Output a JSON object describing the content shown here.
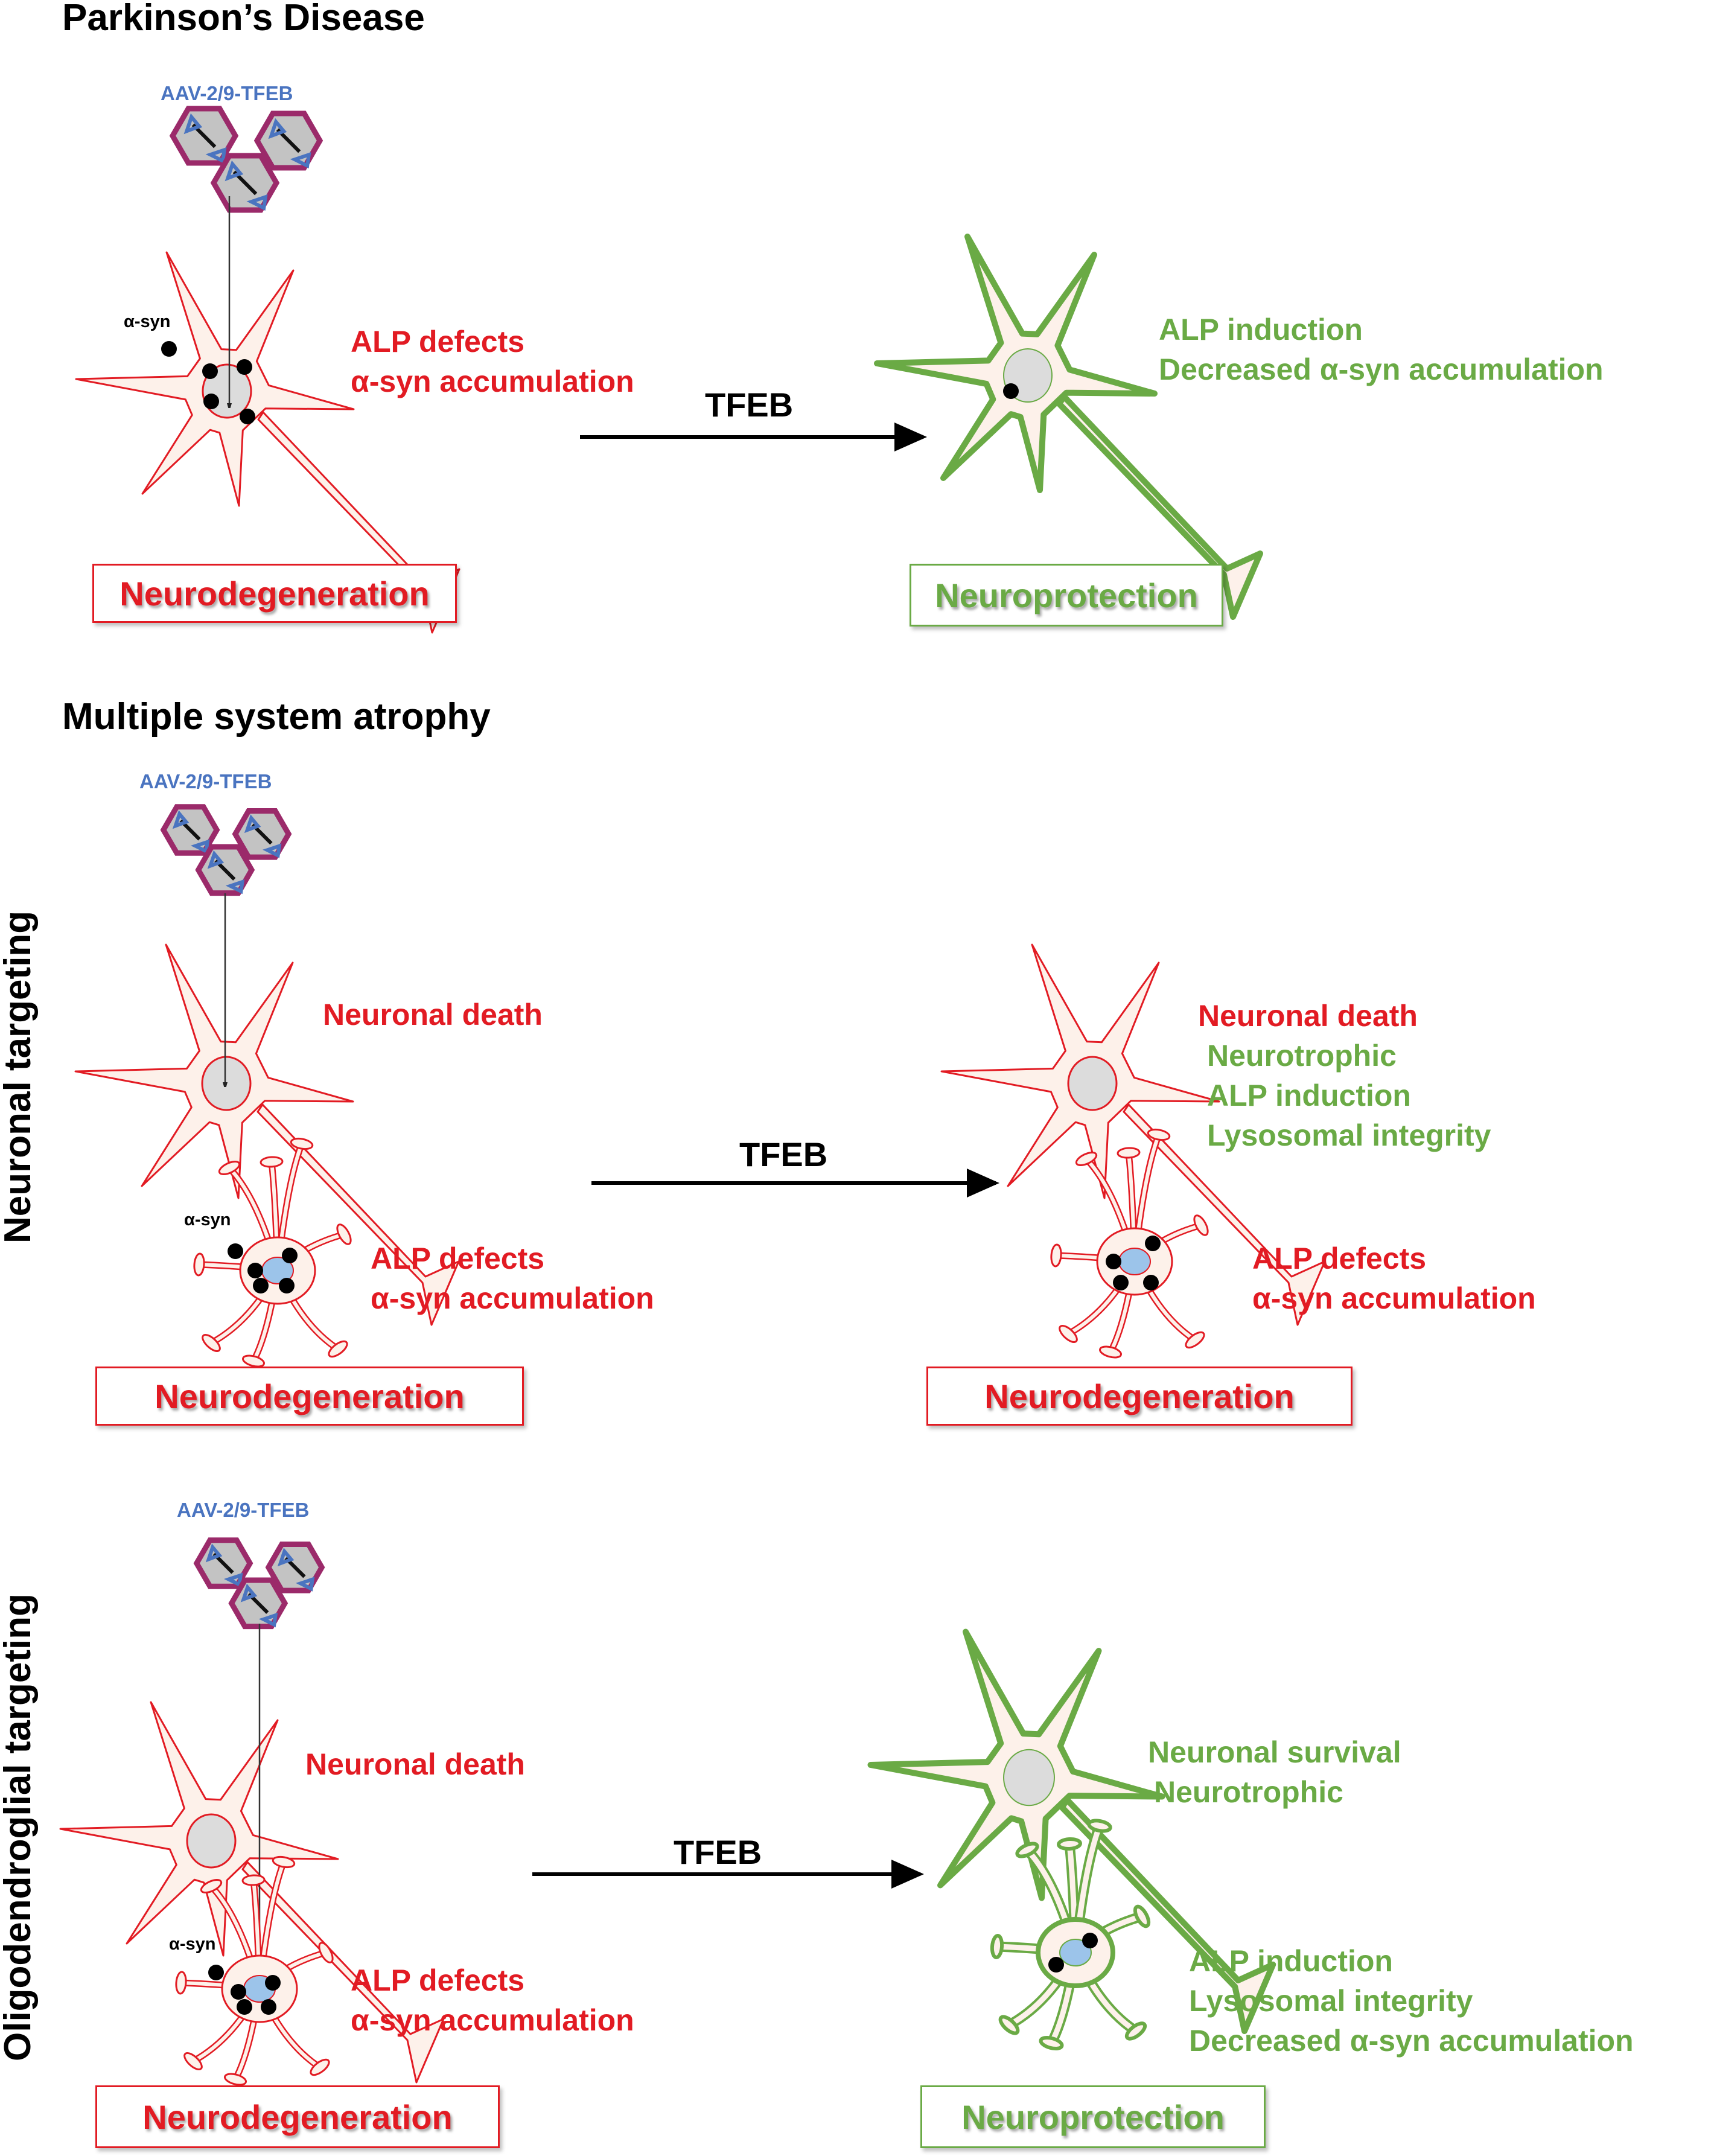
{
  "figure": {
    "panels": [
      {
        "title": "Parkinson’s Disease",
        "vector_label": "AAV-2/9-TFEB",
        "asyn_label": "α-syn",
        "arrow_label": "TFEB",
        "before": {
          "lines": [
            {
              "text": "ALP defects",
              "color": "red"
            },
            {
              "text": "α-syn accumulation",
              "color": "red"
            }
          ],
          "outcome": "Neurodegeneration",
          "outcome_color": "red"
        },
        "after": {
          "lines": [
            {
              "text": "ALP induction",
              "color": "green"
            },
            {
              "text": "Decreased α-syn accumulation",
              "color": "green"
            }
          ],
          "outcome": "Neuroprotection",
          "outcome_color": "green"
        }
      },
      {
        "title": "Multiple system atrophy",
        "side_label": "Neuronal targeting",
        "vector_label": "AAV-2/9-TFEB",
        "asyn_label": "α-syn",
        "arrow_label": "TFEB",
        "before": {
          "neuron_lines": [
            {
              "text": "Neuronal death",
              "color": "red"
            }
          ],
          "oligo_lines": [
            {
              "text": "ALP defects",
              "color": "red"
            },
            {
              "text": "α-syn accumulation",
              "color": "red"
            }
          ],
          "outcome": "Neurodegeneration",
          "outcome_color": "red"
        },
        "after": {
          "neuron_lines": [
            {
              "text": "Neuronal death",
              "color": "red"
            },
            {
              "text": "Neurotrophic",
              "color": "green"
            },
            {
              "text": "ALP induction",
              "color": "green"
            },
            {
              "text": "Lysosomal integrity",
              "color": "green"
            }
          ],
          "oligo_lines": [
            {
              "text": "ALP defects",
              "color": "red"
            },
            {
              "text": "α-syn accumulation",
              "color": "red"
            }
          ],
          "outcome": "Neurodegeneration",
          "outcome_color": "red"
        }
      },
      {
        "side_label": "Oligodendroglial targeting",
        "vector_label": "AAV-2/9-TFEB",
        "asyn_label": "α-syn",
        "arrow_label": "TFEB",
        "before": {
          "neuron_lines": [
            {
              "text": "Neuronal death",
              "color": "red"
            }
          ],
          "oligo_lines": [
            {
              "text": "ALP defects",
              "color": "red"
            },
            {
              "text": "α-syn accumulation",
              "color": "red"
            }
          ],
          "outcome": "Neurodegeneration",
          "outcome_color": "red"
        },
        "after": {
          "neuron_lines": [
            {
              "text": "Neuronal survival",
              "color": "green"
            },
            {
              "text": "Neurotrophic",
              "color": "green"
            }
          ],
          "oligo_lines": [
            {
              "text": "ALP induction",
              "color": "green"
            },
            {
              "text": "Lysosomal integrity",
              "color": "green"
            },
            {
              "text": "Decreased α-syn accumulation",
              "color": "green"
            }
          ],
          "outcome": "Neuroprotection",
          "outcome_color": "green"
        }
      }
    ]
  },
  "colors": {
    "red": "#e21b23",
    "green": "#6aaa45",
    "vector_blue": "#4a74c0",
    "capsid_border": "#9b2a6a",
    "capsid_fill": "#c3c3c3",
    "cell_fill": "#fdf1ea",
    "nucleus_gray": "#dcdcdc",
    "oligo_nucleus": "#9cc4ea"
  }
}
